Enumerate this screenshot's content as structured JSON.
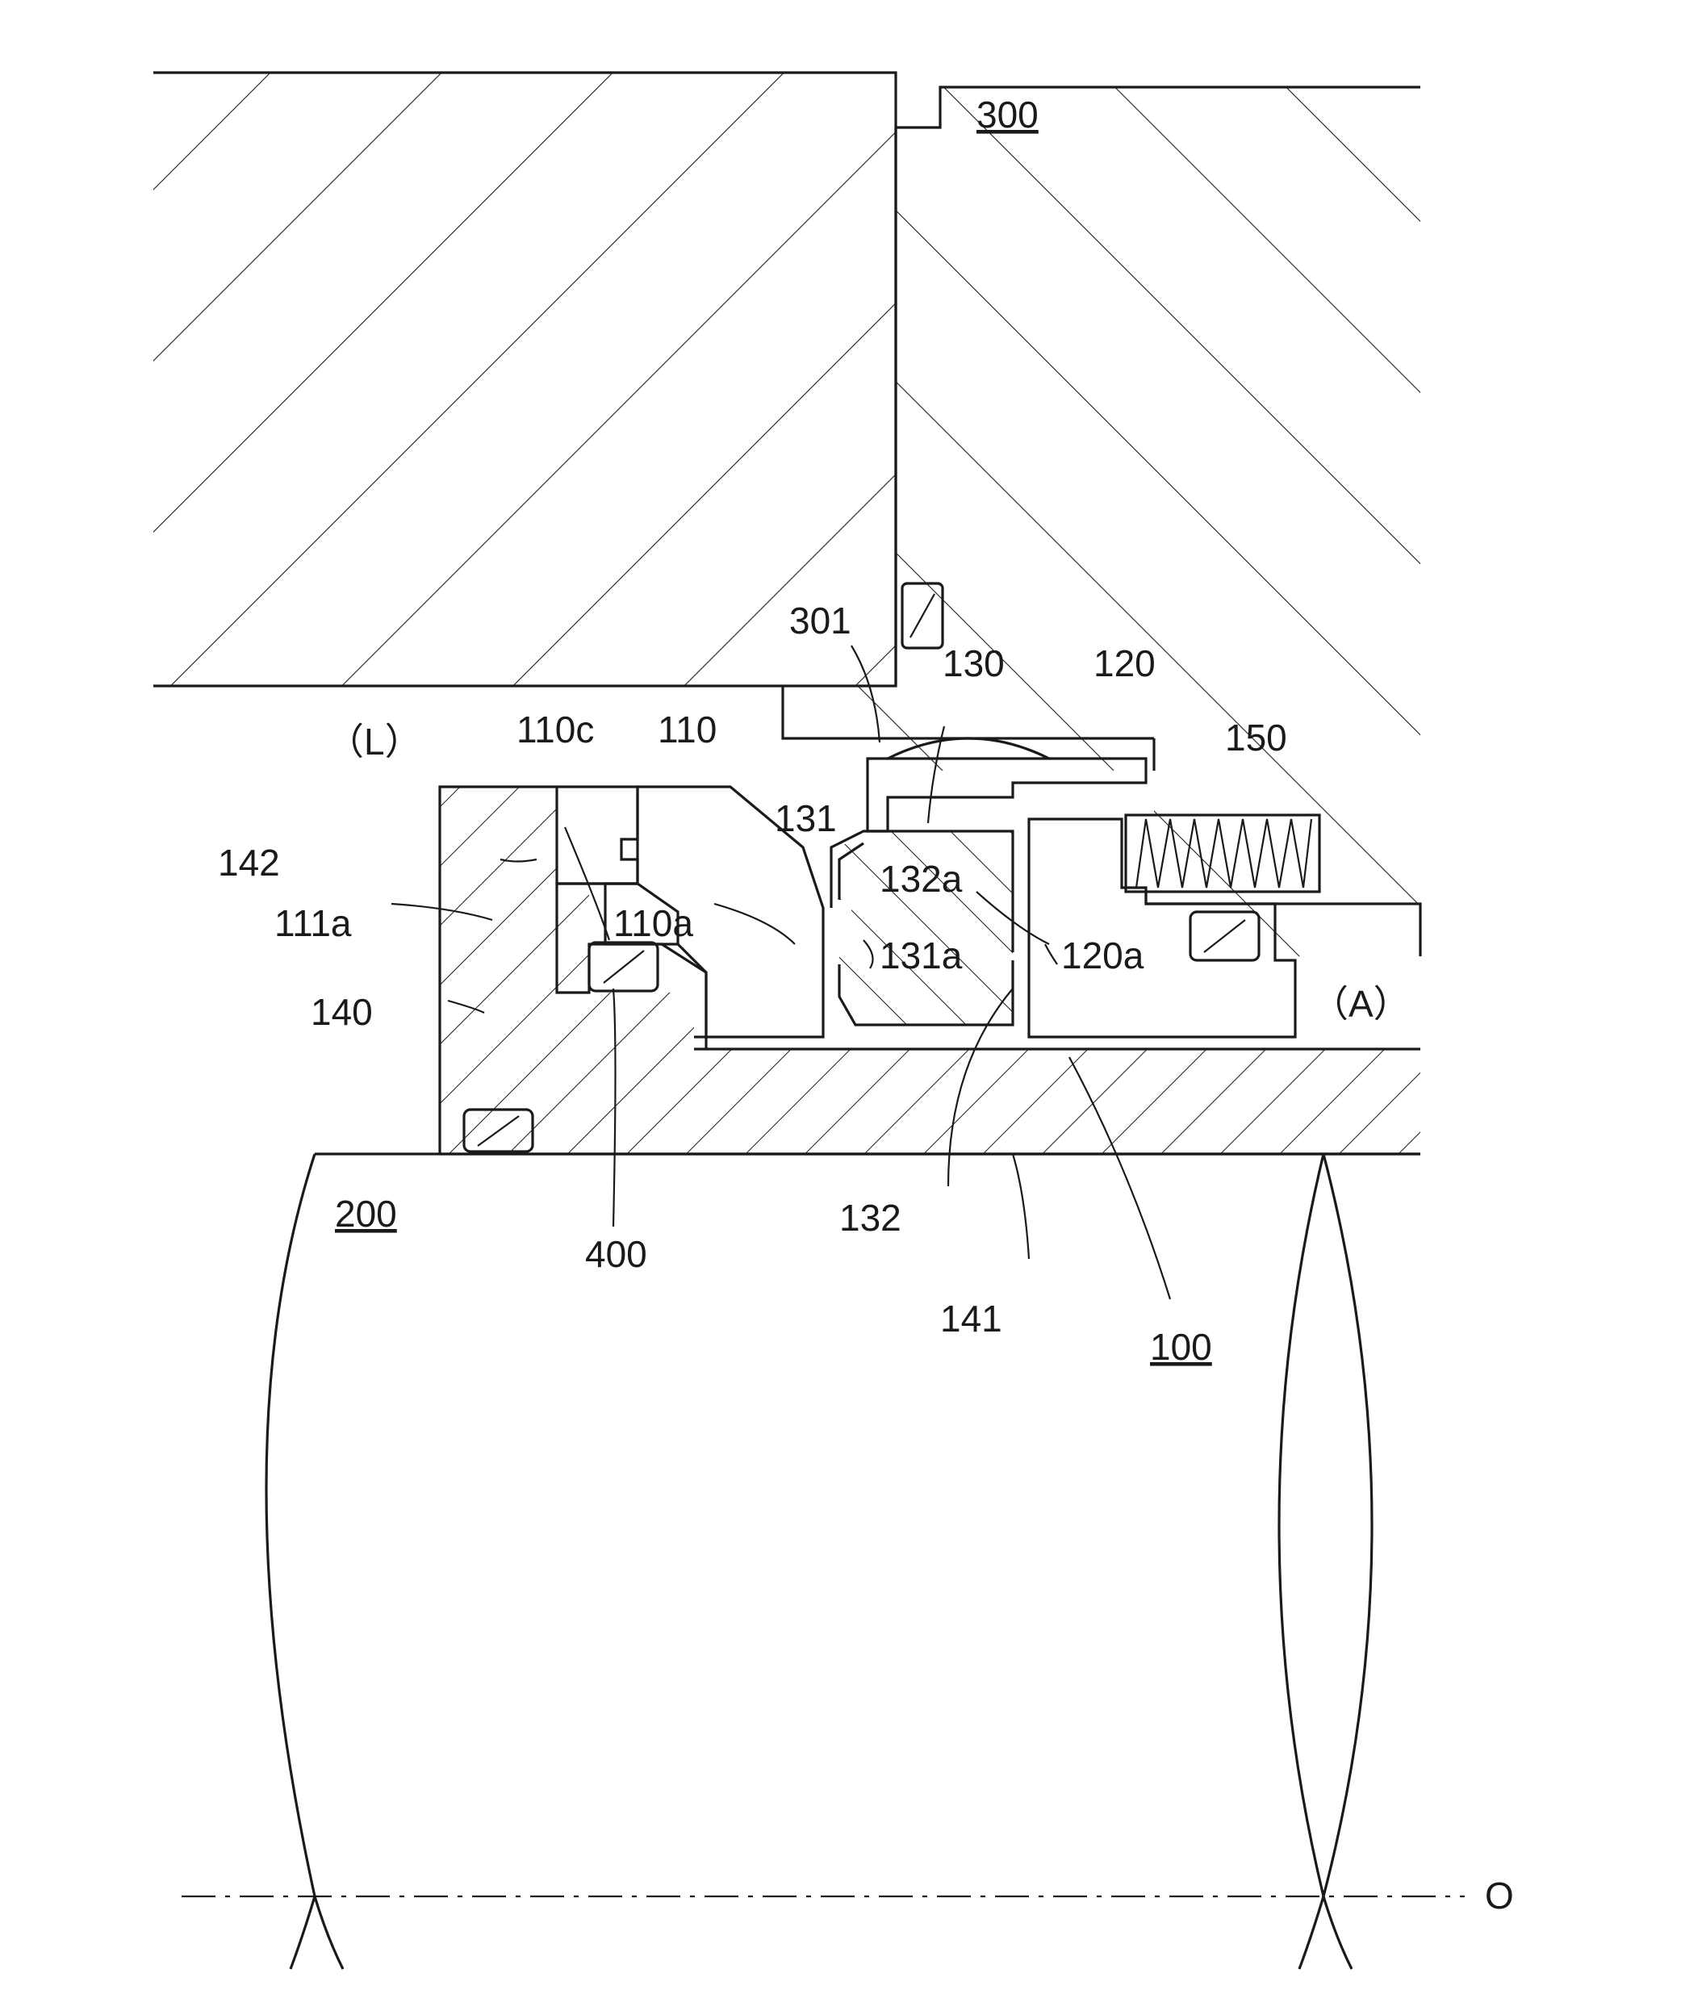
{
  "figure": {
    "reference_labels": {
      "housing": "300",
      "housing_step": "301",
      "shaft": "200",
      "seal_device": "100",
      "stationary_ring": "110",
      "stationary_ring_face": "110a",
      "stationary_ring_notch": "110c",
      "stationary_ring_recess": "111a",
      "rotating_ring": "120",
      "rotating_ring_face": "120a",
      "cover_member": "130",
      "cover_portion_a": "131",
      "cover_portion_a_lip": "131a",
      "cover_portion_b": "132",
      "cover_portion_b_lip": "132a",
      "sleeve": "140",
      "sleeve_tube": "141",
      "sleeve_flange": "142",
      "spring": "150",
      "o_ring": "400"
    },
    "side_labels": {
      "liquid_side": "（L）",
      "atmosphere_side": "（A）"
    },
    "axis_label": "O"
  },
  "colors": {
    "line": "#1a1a1a",
    "background": "#ffffff"
  }
}
